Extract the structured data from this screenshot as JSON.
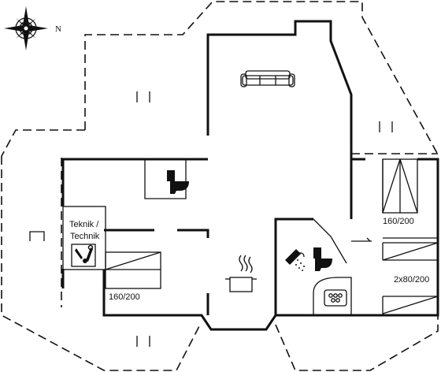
{
  "labels": {
    "compass_north": "N",
    "teknik_line1": "Teknik /",
    "teknik_line2": "Technik",
    "bed_left": "160/200",
    "bed_right_top": "160/200",
    "bed_right_bottom": "2x80/200"
  },
  "icons": [
    "compass-rose-icon",
    "sofa-icon",
    "toilet-icon",
    "tools-icon",
    "cooking-pot-icon",
    "shower-icon",
    "sauna-stove-icon",
    "terrace-door-icon"
  ]
}
